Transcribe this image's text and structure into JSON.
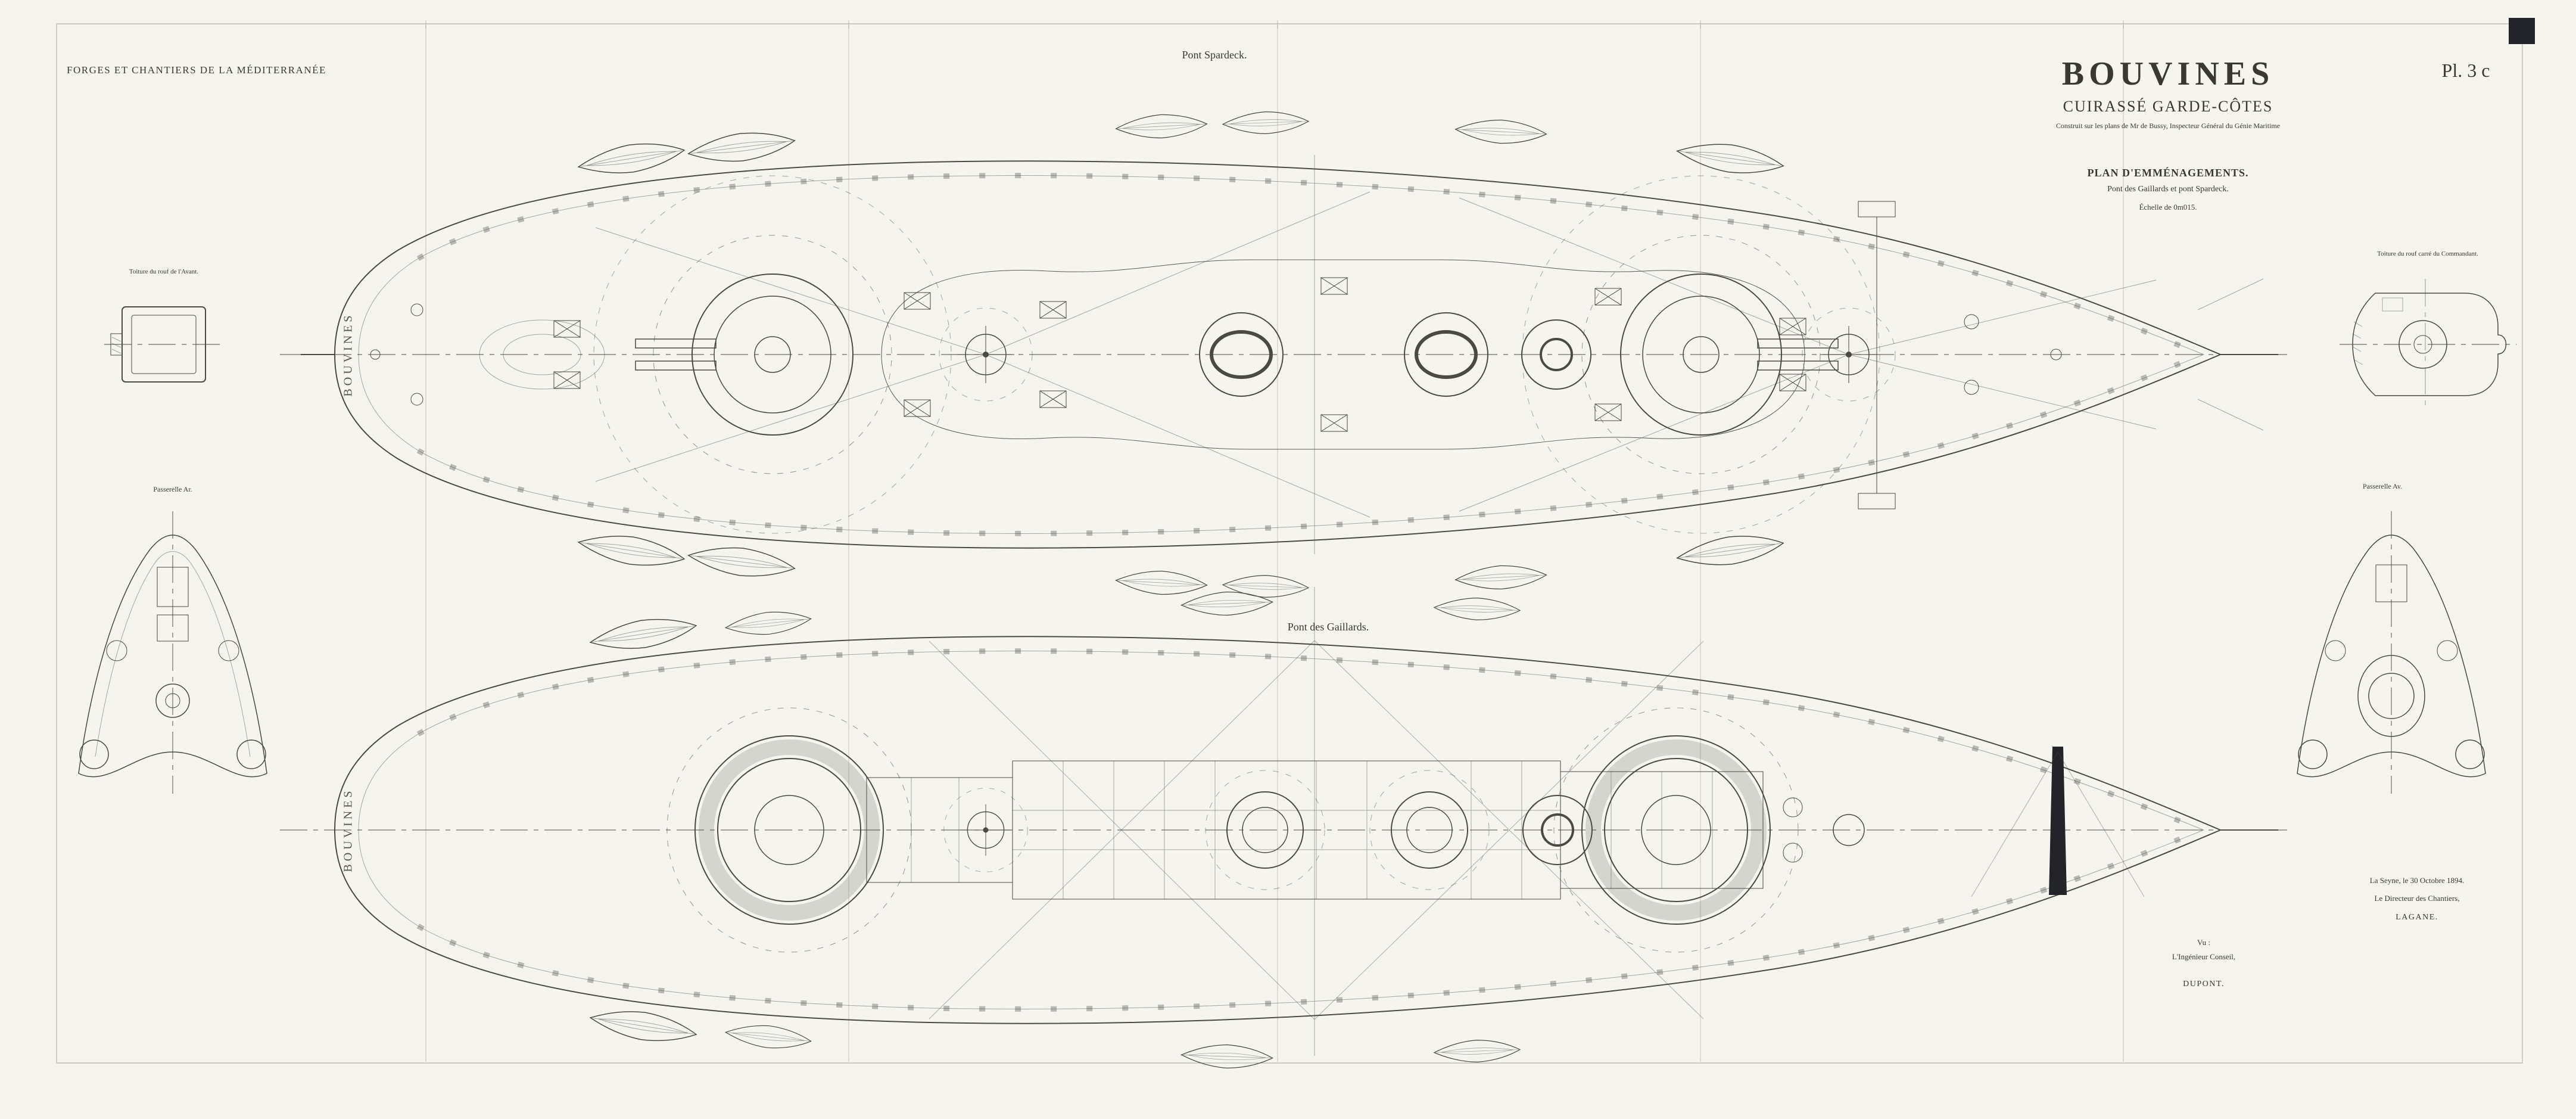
{
  "colors": {
    "paper": "#f4f3ee",
    "ink": "#3e3d37",
    "line": "#4a4942"
  },
  "header": {
    "company": "FORGES ET CHANTIERS DE LA MÉDITERRANÉE",
    "plate": "Pl. 3 c"
  },
  "title_block": {
    "ship_name": "BOUVINES",
    "ship_type": "CUIRASSÉ GARDE-CÔTES",
    "attribution": "Construit sur les plans de Mr de Bussy, Inspecteur Général du Génie Maritime",
    "plan_title": "PLAN D'EMMÉNAGEMENTS.",
    "plan_subtitle": "Pont des Gaillards et pont Spardeck.",
    "scale": "Échelle de 0m015."
  },
  "deck_labels": {
    "spardeck": "Pont Spardeck.",
    "gaillards": "Pont des Gaillards."
  },
  "details": {
    "toiture_avant": "Toiture du rouf de l'Avant.",
    "passerelle_ar": "Passerelle Ar.",
    "passerelle_av": "Passerelle Av.",
    "toiture_commandant": "Toiture du rouf carré du Commandant."
  },
  "hull_markings": {
    "upper": "BOUVINES",
    "lower": "BOUVINES"
  },
  "signatures": {
    "place_date": "La Seyne, le 30 Octobre 1894.",
    "director_title": "Le Directeur des Chantiers,",
    "director_name": "LAGANE.",
    "vu": "Vu :",
    "engineer_title": "L'Ingénieur Conseil,",
    "engineer_name": "DUPONT."
  }
}
